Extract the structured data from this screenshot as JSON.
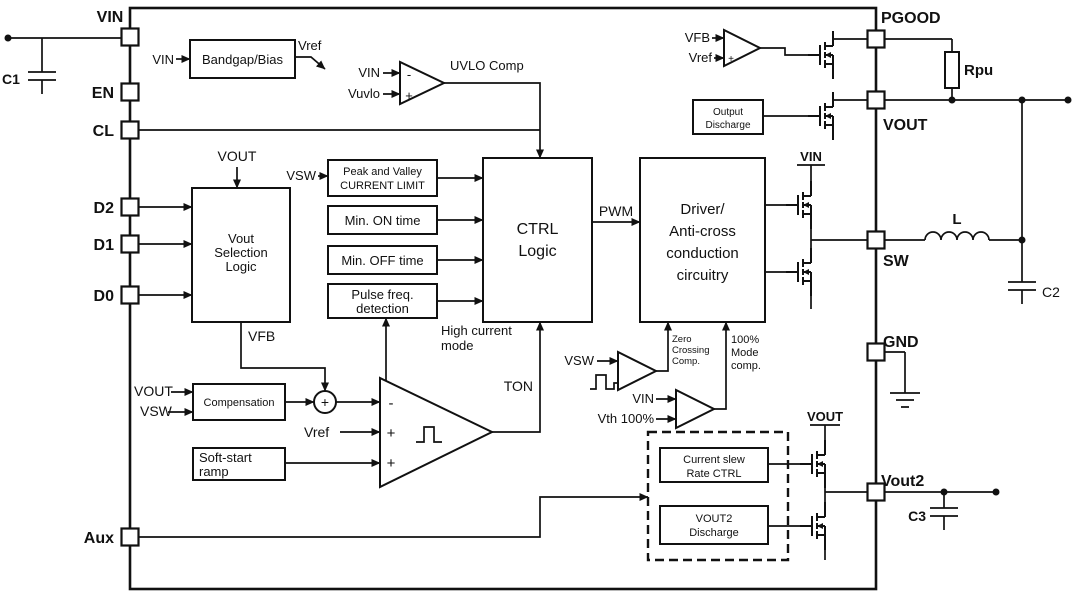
{
  "pins": {
    "vin": "VIN",
    "en": "EN",
    "cl": "CL",
    "d2": "D2",
    "d1": "D1",
    "d0": "D0",
    "aux": "Aux",
    "pgood": "PGOOD",
    "vout": "VOUT",
    "sw": "SW",
    "gnd": "GND",
    "vout2": "Vout2"
  },
  "external": {
    "c1": "C1",
    "rpu": "Rpu",
    "l": "L",
    "c2": "C2",
    "c3": "C3"
  },
  "blocks": {
    "bandgap": {
      "label": "Bandgap/Bias"
    },
    "vout_selection": {
      "lines": [
        "Vout",
        "Selection",
        "Logic"
      ]
    },
    "current_limit": {
      "lines": [
        "Peak and Valley",
        "CURRENT LIMIT"
      ]
    },
    "min_on": {
      "label": "Min. ON time"
    },
    "min_off": {
      "label": "Min. OFF time"
    },
    "pulse_freq": {
      "lines": [
        "Pulse freq.",
        "detection"
      ]
    },
    "ctrl_logic": {
      "lines": [
        "CTRL",
        "Logic"
      ]
    },
    "driver": {
      "lines": [
        "Driver/",
        "Anti-cross",
        "conduction",
        "circuitry"
      ]
    },
    "output_discharge": {
      "lines": [
        "Output",
        "Discharge"
      ]
    },
    "compensation": {
      "label": "Compensation"
    },
    "soft_start": {
      "lines": [
        "Soft-start",
        "ramp"
      ]
    },
    "current_slew": {
      "lines": [
        "Current slew",
        "Rate CTRL"
      ]
    },
    "vout2_discharge": {
      "lines": [
        "VOUT2",
        "Discharge"
      ]
    }
  },
  "signals": {
    "vin": "VIN",
    "vref": "Vref",
    "vuvlo": "Vuvlo",
    "uvlo_comp": "UVLO Comp",
    "vout": "VOUT",
    "vsw": "VSW",
    "vfb": "VFB",
    "pwm": "PWM",
    "ton": "TON",
    "high_current": [
      "High current",
      "mode"
    ],
    "zero_crossing": [
      "Zero",
      "Crossing",
      "Comp."
    ],
    "mode_100": [
      "100%",
      "Mode",
      "comp."
    ],
    "vth_100": "Vth 100%",
    "plus": "+",
    "minus": "-"
  }
}
